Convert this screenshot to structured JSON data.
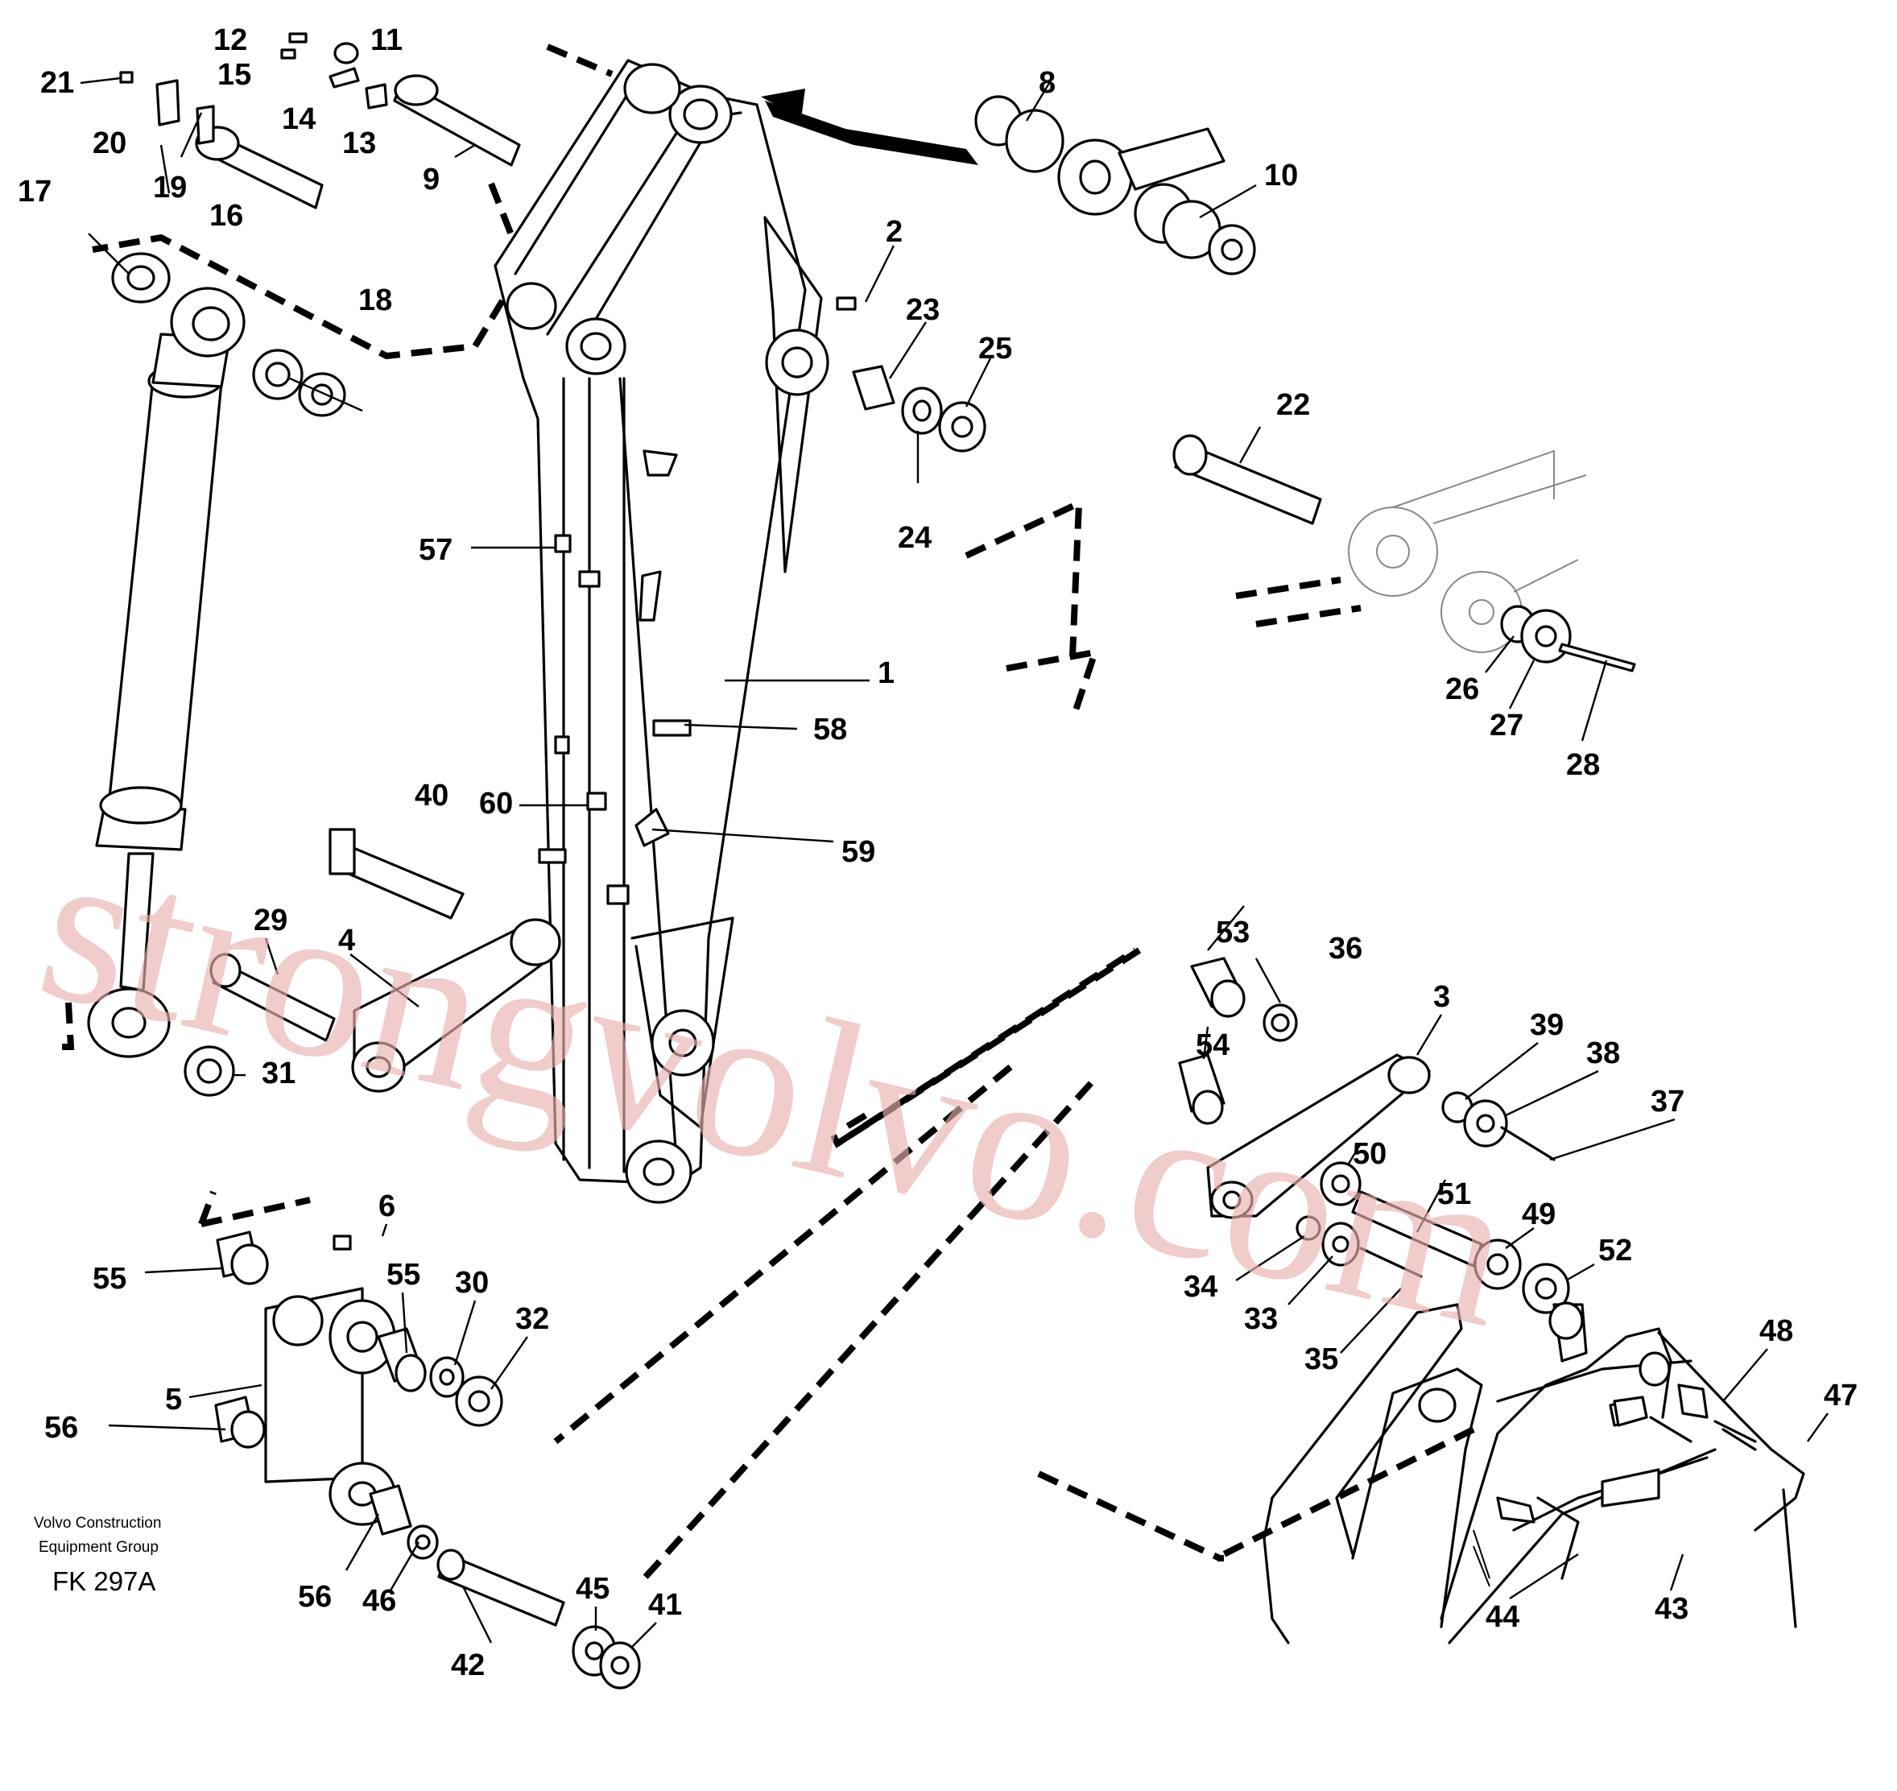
{
  "diagram": {
    "callouts": [
      "1",
      "2",
      "3",
      "4",
      "5",
      "6",
      "8",
      "9",
      "10",
      "11",
      "12",
      "13",
      "14",
      "15",
      "16",
      "17",
      "18",
      "19",
      "20",
      "21",
      "22",
      "23",
      "24",
      "25",
      "26",
      "27",
      "28",
      "29",
      "30",
      "31",
      "32",
      "33",
      "34",
      "35",
      "36",
      "37",
      "38",
      "39",
      "40",
      "41",
      "42",
      "43",
      "44",
      "45",
      "46",
      "47",
      "48",
      "49",
      "50",
      "51",
      "52",
      "53",
      "54",
      "55",
      "55",
      "56",
      "56",
      "57",
      "58",
      "59",
      "60"
    ],
    "credit_line1": "Volvo Construction",
    "credit_line2": "Equipment Group",
    "drawing_code": "FK 297A",
    "watermark": "strongvolvo.com"
  }
}
